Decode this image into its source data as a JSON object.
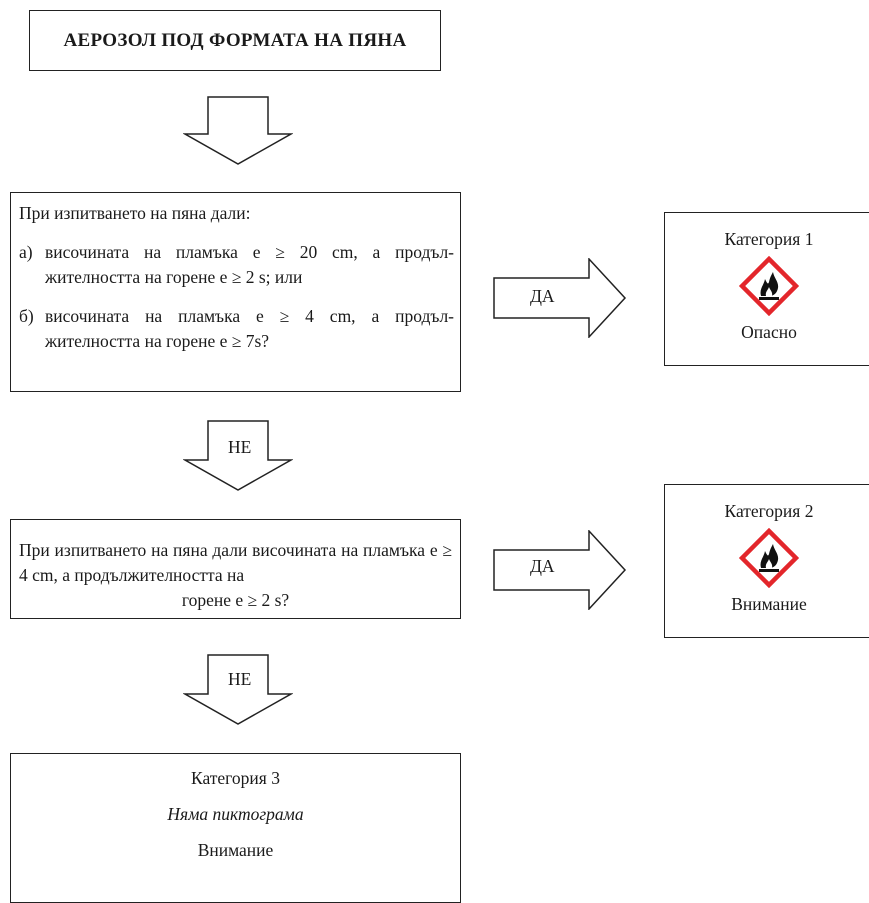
{
  "title": "АЕРОЗОЛ ПОД ФОРМАТА НА ПЯНА",
  "question1": {
    "intro": "При изпитването на пяна дали:",
    "item_a_mark": "а)",
    "item_a": "височината на пламъка е ≥ 20 cm, а продъл-жителността на горене е ≥ 2 s; или",
    "item_b_mark": "б)",
    "item_b": "височината на пламъка е ≥ 4 cm, а продъл-жителността на горене е ≥ 7s?"
  },
  "question2": {
    "text": "При изпитването на пяна дали височината на пламъка е ≥ 4 cm, а продължителността на",
    "text_last": "горене е ≥ 2 s?"
  },
  "arrows": {
    "yes1": "ДА",
    "no1": "НЕ",
    "yes2": "ДА",
    "no2": "НЕ"
  },
  "category1": {
    "title": "Категория 1",
    "pictogram": "flame-icon",
    "signal_word": "Опасно"
  },
  "category2": {
    "title": "Категория 2",
    "pictogram": "flame-icon",
    "signal_word": "Внимание"
  },
  "category3": {
    "title": "Категория 3",
    "pictogram_text": "Няма пиктограма",
    "signal_word": "Внимание"
  },
  "colors": {
    "pictogram_border": "#e3262b",
    "line": "#222222"
  }
}
